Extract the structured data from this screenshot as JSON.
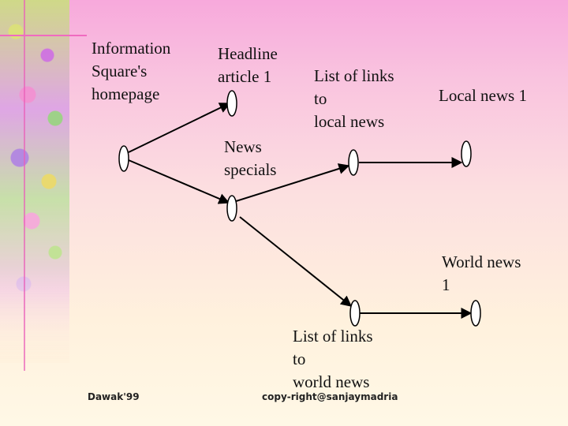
{
  "labels": {
    "information_square": "Information\nSquare's\nhomepage",
    "headline_article": "Headline\narticle 1",
    "news_specials": "News\nspecials",
    "list_local": "List of links\nto\nlocal news",
    "local_news": "Local news 1",
    "world_news": "World news\n1",
    "list_world": "List of links\nto\nworld news"
  },
  "footer": {
    "left": "Dawak'99",
    "center": "copy-right@sanjaymadria"
  },
  "colors": {
    "node_stroke": "#000000",
    "edge": "#000000",
    "accent": "#f06ac0"
  }
}
